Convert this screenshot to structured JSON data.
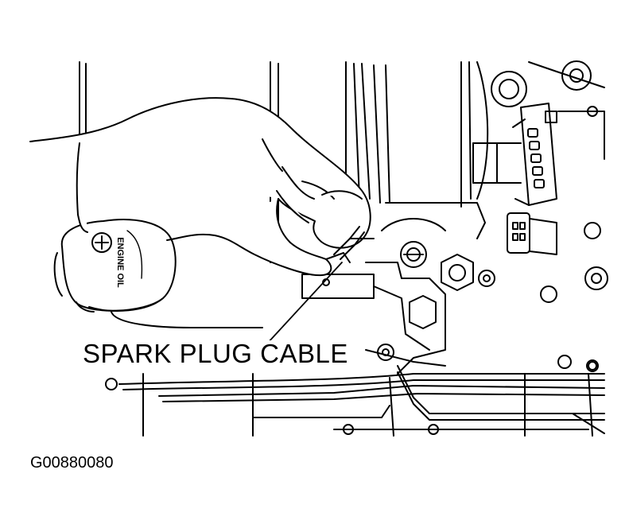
{
  "figure": {
    "callout_label": "SPARK PLUG CABLE",
    "figure_id": "G00880080",
    "cap_text": "ENGINE OIL"
  },
  "icons": {
    "hand": "gloved-hand-icon",
    "oil_cap": "oil-filler-cap-icon",
    "connector": "electrical-connector-icon",
    "bolt": "bolt-icon"
  },
  "colors": {
    "ink": "#000000",
    "paper": "#ffffff"
  }
}
